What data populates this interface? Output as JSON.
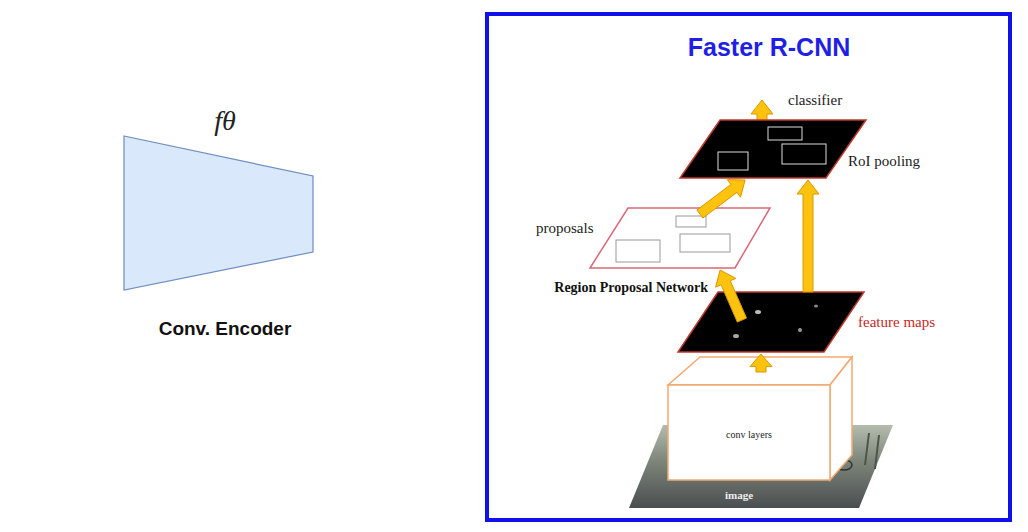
{
  "diagram": {
    "nodes": [
      {
        "text": [
          "fθ",
          "Conv. Encoder"
        ]
      },
      {
        "text": [
          "Faster R-CNN"
        ]
      },
      {
        "text": [
          "RoI pooling"
        ],
        "in": 1
      },
      {
        "text": [
          "proposals"
        ],
        "in": 1
      },
      {
        "text": [
          "feature maps"
        ],
        "in": 1
      },
      {
        "text": [
          "conv layers"
        ],
        "in": 1
      },
      {
        "text": [
          "image"
        ],
        "in": 1
      }
    ],
    "edges": [
      {
        "from": 5,
        "to": 4,
        "arrow": "to"
      },
      {
        "from": 4,
        "to": 3,
        "label": "Region Proposal Network",
        "arrow": "to"
      },
      {
        "from": 3,
        "to": 2,
        "arrow": "to"
      },
      {
        "from": 4,
        "to": 2,
        "arrow": "to"
      }
    ],
    "labels": [
      "classifier"
    ]
  }
}
